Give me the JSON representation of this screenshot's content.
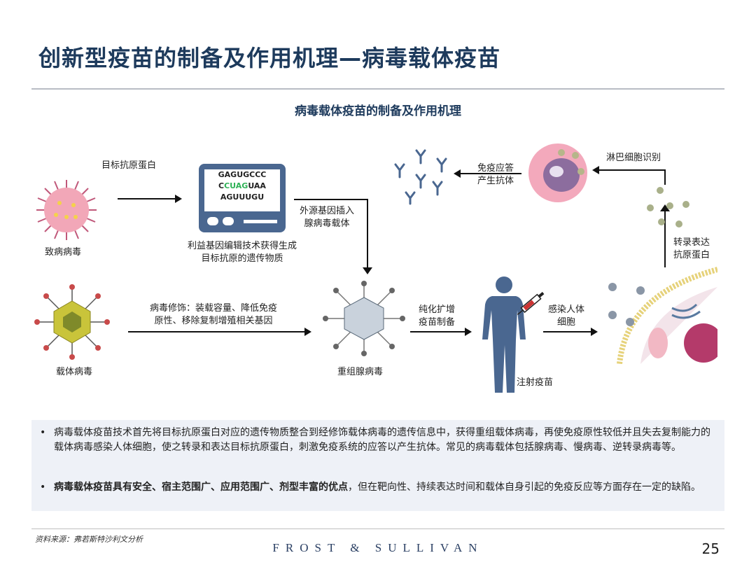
{
  "header": {
    "title": "创新型疫苗的制备及作用机理—病毒载体疫苗"
  },
  "diagram": {
    "subtitle": "病毒载体疫苗的制备及作用机理",
    "target_antigen_label": "目标抗原蛋白",
    "pathogen_label": "致病病毒",
    "screen_lines": [
      "GAGUGCCC",
      "C",
      "CUAG",
      "UAA",
      "AGUUUGU"
    ],
    "gene_editing_label": [
      "利益基因编辑技术获得生成",
      "目标抗原的遗传物质"
    ],
    "insert_label": [
      "外源基因插入",
      "腺病毒载体"
    ],
    "vector_virus_label": "载体病毒",
    "modification_label": [
      "病毒修饰：装载容量、降低免疫",
      "原性、移除复制增殖相关基因"
    ],
    "recombinant_label": "重组腺病毒",
    "purify_label": [
      "纯化扩增",
      "疫苗制备"
    ],
    "inject_label": "注射疫苗",
    "infect_label": [
      "感染人体",
      "细胞"
    ],
    "transcribe_label": [
      "转录表达",
      "抗原蛋白"
    ],
    "lymph_label": "淋巴细胞识别",
    "antibody_label": [
      "免疫应答",
      "产生抗体"
    ]
  },
  "notes": {
    "bullet_1": "病毒载体疫苗技术首先将目标抗原蛋白对应的遗传物质整合到经修饰载体病毒的遗传信息中，获得重组载体病毒，再使免疫原性较低并且失去复制能力的载体病毒感染人体细胞，使之转录和表达目标抗原蛋白，刺激免疫系统的应答以产生抗体。常见的病毒载体包括腺病毒、慢病毒、逆转录病毒等。",
    "bullet_2_bold": "病毒载体疫苗具有安全、宿主范围广、应用范围广、剂型丰富的优点",
    "bullet_2_rest": "，但在靶向性、持续表达时间和载体自身引起的免疫反应等方面存在一定的缺陷。"
  },
  "footer": {
    "source": "资料来源：弗若斯特沙利文分析",
    "logo": "FROST & SULLIVAN",
    "page_number": "25"
  },
  "colors": {
    "title": "#1d3a5c",
    "screen": "#4a6790",
    "highlight": "#2fb257",
    "box": "#eef1f7"
  }
}
